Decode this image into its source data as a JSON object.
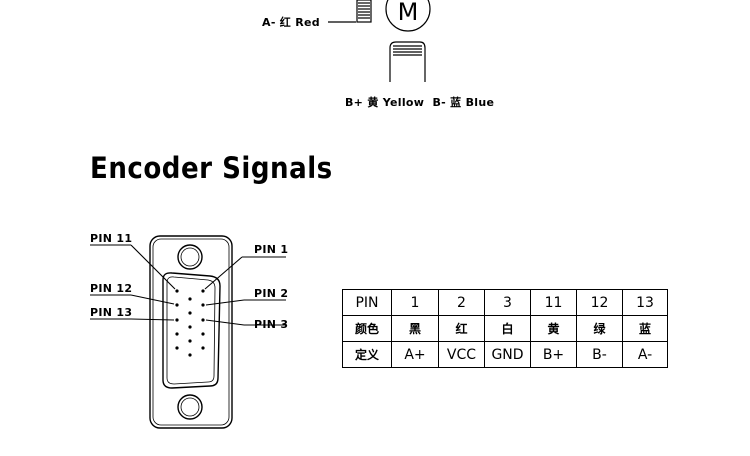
{
  "motor_labels": {
    "a_minus": "A- 红 Red",
    "b_pins": "B+ 黄 Yellow  B- 蓝 Blue",
    "motor_symbol": "M"
  },
  "section_title": "Encoder Signals",
  "pin_labels": {
    "pin11": "PIN 11",
    "pin12": "PIN 12",
    "pin13": "PIN 13",
    "pin1": "PIN 1",
    "pin2": "PIN 2",
    "pin3": "PIN 3"
  },
  "signal_table": {
    "rows": [
      [
        "PIN",
        "1",
        "2",
        "3",
        "11",
        "12",
        "13"
      ],
      [
        "颜色",
        "黑",
        "红",
        "白",
        "黄",
        "绿",
        "蓝"
      ],
      [
        "定义",
        "A+",
        "VCC",
        "GND",
        "B+",
        "B-",
        "A-"
      ]
    ]
  }
}
